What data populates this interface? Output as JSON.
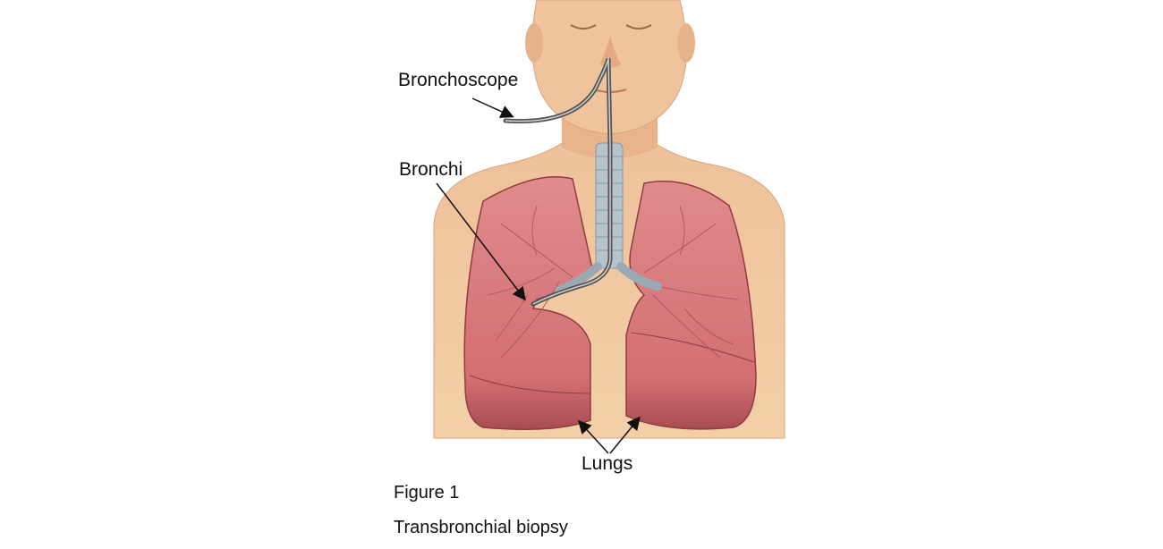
{
  "figure": {
    "number": "Figure 1",
    "title": "Transbronchial biopsy"
  },
  "labels": {
    "bronchoscope": "Bronchoscope",
    "bronchi": "Bronchi",
    "lungs": "Lungs"
  },
  "colors": {
    "skin": "#f0c8a0",
    "skin_shadow": "#d9a57c",
    "lung": "#d9787a",
    "lung_dark": "#a94c50",
    "airway": "#9aa9b4",
    "scope": "#555555"
  }
}
